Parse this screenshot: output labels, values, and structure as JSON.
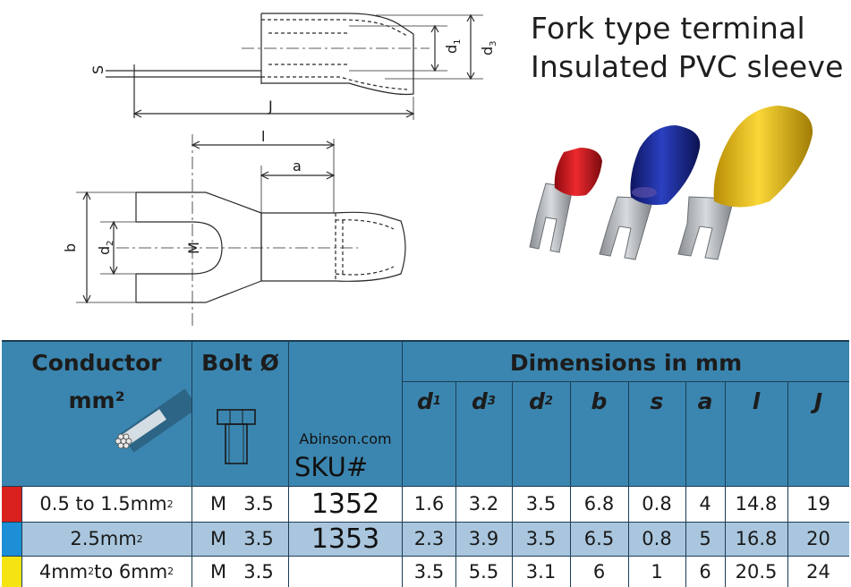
{
  "title": {
    "line1": "Fork type terminal",
    "line2": "Insulated PVC sleeve"
  },
  "drawing_labels": {
    "s": "S",
    "J": "J",
    "d1": "d",
    "d1_sub": "1",
    "d3": "d",
    "d3_sub": "3",
    "l": "l",
    "a": "a",
    "b": "b",
    "d2": "d",
    "d2_sub": "2",
    "M": "M"
  },
  "photo_colors": {
    "red": "#d8141c",
    "blue": "#1b2f9a",
    "yellow": "#f2c511",
    "metal": "#b8bcc0"
  },
  "table": {
    "header": {
      "conductor_line1": "Conductor",
      "conductor_line2": "mm²",
      "bolt": "Bolt Ø",
      "brand": "Abinson.com",
      "sku": "SKU#",
      "dimensions": "Dimensions in mm",
      "dims": [
        {
          "base": "d",
          "sub": "1"
        },
        {
          "base": "d",
          "sub": "3"
        },
        {
          "base": "d",
          "sub": "2"
        },
        {
          "base": "b",
          "sub": ""
        },
        {
          "base": "s",
          "sub": ""
        },
        {
          "base": "a",
          "sub": ""
        },
        {
          "base": "l",
          "sub": ""
        },
        {
          "base": "J",
          "sub": ""
        }
      ]
    },
    "rows": [
      {
        "color": "#d8201c",
        "conductor_a": "0.5 to 1.5mm",
        "conductor_b": "",
        "bolt_m": "M",
        "bolt_v": "3.5",
        "sku": "1352",
        "dims": [
          "1.6",
          "3.2",
          "3.5",
          "6.8",
          "0.8",
          "4",
          "14.8",
          "19"
        ],
        "bg": "#ffffff"
      },
      {
        "color": "#1d8fd6",
        "conductor_a": "2.5mm",
        "conductor_b": "",
        "bolt_m": "M",
        "bolt_v": "3.5",
        "sku": "1353",
        "dims": [
          "2.3",
          "3.9",
          "3.5",
          "6.5",
          "0.8",
          "5",
          "16.8",
          "20"
        ],
        "bg": "#a9c6de"
      },
      {
        "color": "#f5e412",
        "conductor_a": "4mm",
        "conductor_b": " to 6mm",
        "bolt_m": "M",
        "bolt_v": "3.5",
        "sku": "",
        "dims": [
          "3.5",
          "5.5",
          "3.1",
          "6",
          "1",
          "6",
          "20.5",
          "24"
        ],
        "bg": "#ffffff"
      }
    ],
    "sup2": "2"
  }
}
